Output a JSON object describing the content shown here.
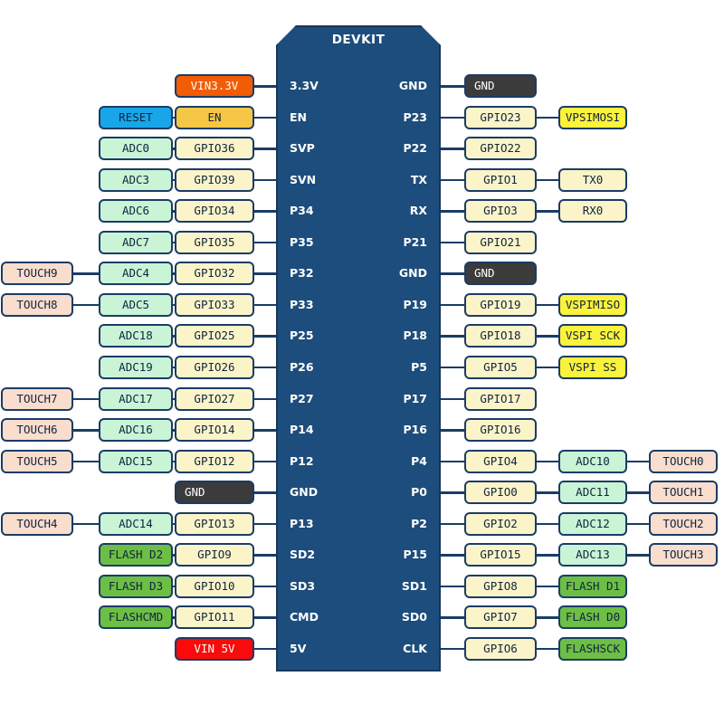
{
  "board": {
    "title": "DEVKIT",
    "color": "#1d4d7c"
  },
  "palette": {
    "gpio": "#faf4c8",
    "adc": "#c9f4d6",
    "touch": "#f9ddcd",
    "flash": "#6dbe45",
    "vspi": "#faf23c",
    "gnd": "#3b3b3b",
    "reset": "#19a6e8",
    "en": "#f6c744",
    "vin33": "#f25c05",
    "vin5": "#fa0a0a",
    "outline": "#1b3c66"
  },
  "left_rows": [
    {
      "pin": "3.3V",
      "boxes": [
        {
          "label": "VIN3.3V",
          "type": "vin33"
        }
      ]
    },
    {
      "pin": "EN",
      "boxes": [
        {
          "label": "EN",
          "type": "en"
        },
        {
          "label": "RESET",
          "type": "reset"
        }
      ]
    },
    {
      "pin": "SVP",
      "boxes": [
        {
          "label": "GPIO36",
          "type": "gpio"
        },
        {
          "label": "ADC0",
          "type": "adc"
        }
      ]
    },
    {
      "pin": "SVN",
      "boxes": [
        {
          "label": "GPIO39",
          "type": "gpio"
        },
        {
          "label": "ADC3",
          "type": "adc"
        }
      ]
    },
    {
      "pin": "P34",
      "boxes": [
        {
          "label": "GPIO34",
          "type": "gpio"
        },
        {
          "label": "ADC6",
          "type": "adc"
        }
      ]
    },
    {
      "pin": "P35",
      "boxes": [
        {
          "label": "GPIO35",
          "type": "gpio"
        },
        {
          "label": "ADC7",
          "type": "adc"
        }
      ]
    },
    {
      "pin": "P32",
      "boxes": [
        {
          "label": "GPIO32",
          "type": "gpio"
        },
        {
          "label": "ADC4",
          "type": "adc"
        },
        {
          "label": "TOUCH9",
          "type": "touch"
        }
      ]
    },
    {
      "pin": "P33",
      "boxes": [
        {
          "label": "GPIO33",
          "type": "gpio"
        },
        {
          "label": "ADC5",
          "type": "adc"
        },
        {
          "label": "TOUCH8",
          "type": "touch"
        }
      ]
    },
    {
      "pin": "P25",
      "boxes": [
        {
          "label": "GPIO25",
          "type": "gpio"
        },
        {
          "label": "ADC18",
          "type": "adc"
        }
      ]
    },
    {
      "pin": "P26",
      "boxes": [
        {
          "label": "GPIO26",
          "type": "gpio"
        },
        {
          "label": "ADC19",
          "type": "adc"
        }
      ]
    },
    {
      "pin": "P27",
      "boxes": [
        {
          "label": "GPIO27",
          "type": "gpio"
        },
        {
          "label": "ADC17",
          "type": "adc"
        },
        {
          "label": "TOUCH7",
          "type": "touch"
        }
      ]
    },
    {
      "pin": "P14",
      "boxes": [
        {
          "label": "GPIO14",
          "type": "gpio"
        },
        {
          "label": "ADC16",
          "type": "adc"
        },
        {
          "label": "TOUCH6",
          "type": "touch"
        }
      ]
    },
    {
      "pin": "P12",
      "boxes": [
        {
          "label": "GPIO12",
          "type": "gpio"
        },
        {
          "label": "ADC15",
          "type": "adc"
        },
        {
          "label": "TOUCH5",
          "type": "touch"
        }
      ]
    },
    {
      "pin": "GND",
      "boxes": [
        {
          "label": "GND",
          "type": "gnd"
        }
      ]
    },
    {
      "pin": "P13",
      "boxes": [
        {
          "label": "GPIO13",
          "type": "gpio"
        },
        {
          "label": "ADC14",
          "type": "adc"
        },
        {
          "label": "TOUCH4",
          "type": "touch"
        }
      ]
    },
    {
      "pin": "SD2",
      "boxes": [
        {
          "label": "GPIO9",
          "type": "gpio"
        },
        {
          "label": "FLASH D2",
          "type": "flash"
        }
      ]
    },
    {
      "pin": "SD3",
      "boxes": [
        {
          "label": "GPIO10",
          "type": "gpio"
        },
        {
          "label": "FLASH D3",
          "type": "flash"
        }
      ]
    },
    {
      "pin": "CMD",
      "boxes": [
        {
          "label": "GPIO11",
          "type": "gpio"
        },
        {
          "label": "FLASHCMD",
          "type": "flash"
        }
      ]
    },
    {
      "pin": "5V",
      "boxes": [
        {
          "label": "VIN 5V",
          "type": "vin5"
        }
      ]
    }
  ],
  "right_rows": [
    {
      "pin": "GND",
      "boxes": [
        {
          "label": "GND",
          "type": "gnd"
        }
      ]
    },
    {
      "pin": "P23",
      "boxes": [
        {
          "label": "GPIO23",
          "type": "gpio"
        },
        {
          "label": "VPSIMOSI",
          "type": "vspi"
        }
      ]
    },
    {
      "pin": "P22",
      "boxes": [
        {
          "label": "GPIO22",
          "type": "gpio"
        }
      ]
    },
    {
      "pin": "TX",
      "boxes": [
        {
          "label": "GPIO1",
          "type": "gpio"
        },
        {
          "label": "TX0",
          "type": "gpio"
        }
      ]
    },
    {
      "pin": "RX",
      "boxes": [
        {
          "label": "GPIO3",
          "type": "gpio"
        },
        {
          "label": "RX0",
          "type": "gpio"
        }
      ]
    },
    {
      "pin": "P21",
      "boxes": [
        {
          "label": "GPIO21",
          "type": "gpio"
        }
      ]
    },
    {
      "pin": "GND",
      "boxes": [
        {
          "label": "GND",
          "type": "gnd"
        }
      ]
    },
    {
      "pin": "P19",
      "boxes": [
        {
          "label": "GPIO19",
          "type": "gpio"
        },
        {
          "label": "VSPIMISO",
          "type": "vspi"
        }
      ]
    },
    {
      "pin": "P18",
      "boxes": [
        {
          "label": "GPIO18",
          "type": "gpio"
        },
        {
          "label": "VSPI SCK",
          "type": "vspi"
        }
      ]
    },
    {
      "pin": "P5",
      "boxes": [
        {
          "label": "GPIO5",
          "type": "gpio"
        },
        {
          "label": "VSPI SS",
          "type": "vspi"
        }
      ]
    },
    {
      "pin": "P17",
      "boxes": [
        {
          "label": "GPIO17",
          "type": "gpio"
        }
      ]
    },
    {
      "pin": "P16",
      "boxes": [
        {
          "label": "GPIO16",
          "type": "gpio"
        }
      ]
    },
    {
      "pin": "P4",
      "boxes": [
        {
          "label": "GPIO4",
          "type": "gpio"
        },
        {
          "label": "ADC10",
          "type": "adc"
        },
        {
          "label": "TOUCH0",
          "type": "touch"
        }
      ]
    },
    {
      "pin": "P0",
      "boxes": [
        {
          "label": "GPIO0",
          "type": "gpio"
        },
        {
          "label": "ADC11",
          "type": "adc"
        },
        {
          "label": "TOUCH1",
          "type": "touch"
        }
      ]
    },
    {
      "pin": "P2",
      "boxes": [
        {
          "label": "GPIO2",
          "type": "gpio"
        },
        {
          "label": "ADC12",
          "type": "adc"
        },
        {
          "label": "TOUCH2",
          "type": "touch"
        }
      ]
    },
    {
      "pin": "P15",
      "boxes": [
        {
          "label": "GPIO15",
          "type": "gpio"
        },
        {
          "label": "ADC13",
          "type": "adc"
        },
        {
          "label": "TOUCH3",
          "type": "touch"
        }
      ]
    },
    {
      "pin": "SD1",
      "boxes": [
        {
          "label": "GPIO8",
          "type": "gpio"
        },
        {
          "label": "FLASH D1",
          "type": "flash"
        }
      ]
    },
    {
      "pin": "SD0",
      "boxes": [
        {
          "label": "GPIO7",
          "type": "gpio"
        },
        {
          "label": "FLASH D0",
          "type": "flash"
        }
      ]
    },
    {
      "pin": "CLK",
      "boxes": [
        {
          "label": "GPIO6",
          "type": "gpio"
        },
        {
          "label": "FLASHSCK",
          "type": "flash"
        }
      ]
    }
  ]
}
